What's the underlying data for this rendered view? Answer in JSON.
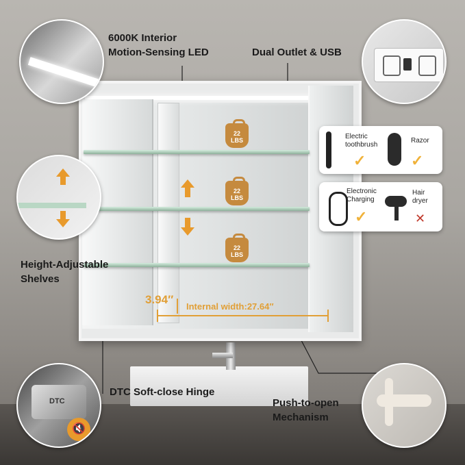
{
  "labels": {
    "led_line1": "6000K Interior",
    "led_line2": "Motion-Sensing LED",
    "outlet": "Dual Outlet & USB",
    "shelves_line1": "Height-Adjustable",
    "shelves_line2": "Shelves",
    "hinge": "DTC Soft-close Hinge",
    "push_line1": "Push-to-open",
    "push_line2": "Mechanism"
  },
  "shelf_weights": [
    {
      "value": "22",
      "unit": "LBS"
    },
    {
      "value": "22",
      "unit": "LBS"
    },
    {
      "value": "22",
      "unit": "LBS"
    }
  ],
  "dimensions": {
    "depth": "3.94″",
    "width": "Internal width:27.64″"
  },
  "devices_top": [
    {
      "name_line1": "Electric",
      "name_line2": "toothbrush",
      "compatible": true,
      "icon": "toothbrush-icon"
    },
    {
      "name_line1": "Razor",
      "name_line2": "",
      "compatible": true,
      "icon": "razor-icon"
    }
  ],
  "devices_bottom": [
    {
      "name_line1": "Electronic",
      "name_line2": "Charging",
      "compatible": true,
      "icon": "cable-icon"
    },
    {
      "name_line1": "Hair",
      "name_line2": "dryer",
      "compatible": false,
      "icon": "hair-dryer-icon"
    }
  ],
  "hinge_badge": "DTC",
  "colors": {
    "accent": "#e89a2c",
    "check": "#f0b23a",
    "cross": "#c0392b"
  }
}
